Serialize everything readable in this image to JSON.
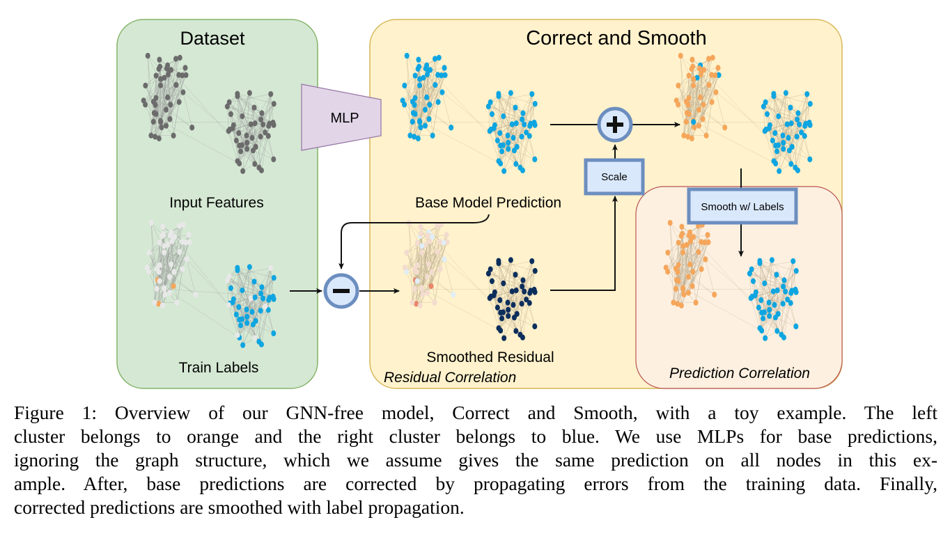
{
  "panels": {
    "dataset": {
      "title": "Dataset",
      "fill": "#d5e8d4",
      "stroke": "#82b366"
    },
    "correct_smooth": {
      "title": "Correct and Smooth",
      "fill": "#fff2cc",
      "stroke": "#d6b656"
    },
    "prediction_correlation": {
      "label": "Prediction Correlation",
      "fill": "#fdf0e0",
      "stroke": "#b85450"
    }
  },
  "labels": {
    "input_features": "Input Features",
    "train_labels": "Train Labels",
    "base_model_prediction": "Base Model Prediction",
    "smoothed_residual": "Smoothed Residual",
    "residual_correlation": "Residual Correlation"
  },
  "blocks": {
    "mlp": "MLP",
    "scale": "Scale",
    "smooth_with_labels": "Smooth w/ Labels",
    "plus_op": "+",
    "minus_op": "−"
  },
  "colors": {
    "gray_node": "#6b6b6b",
    "blue_node": "#0ea5e0",
    "orange_node": "#f5a65b",
    "dark_node": "#0c2e5c",
    "light_node": "#e8e8e8",
    "op_fill": "#dae8fc",
    "op_stroke": "#6c8ebf",
    "mlp_fill": "#e1d5e7",
    "mlp_stroke": "#9673a6"
  },
  "caption": {
    "lines": [
      "Figure 1: Overview of our GNN-free model, Correct and Smooth, with a toy example. The left",
      "cluster belongs to orange and the right cluster belongs to blue. We use MLPs for base predictions,",
      "ignoring the graph structure, which we assume gives the same prediction on all nodes in this ex-",
      "ample. After, base predictions are corrected by propagating errors from the training data. Finally,",
      "corrected predictions are smoothed with label propagation."
    ]
  }
}
